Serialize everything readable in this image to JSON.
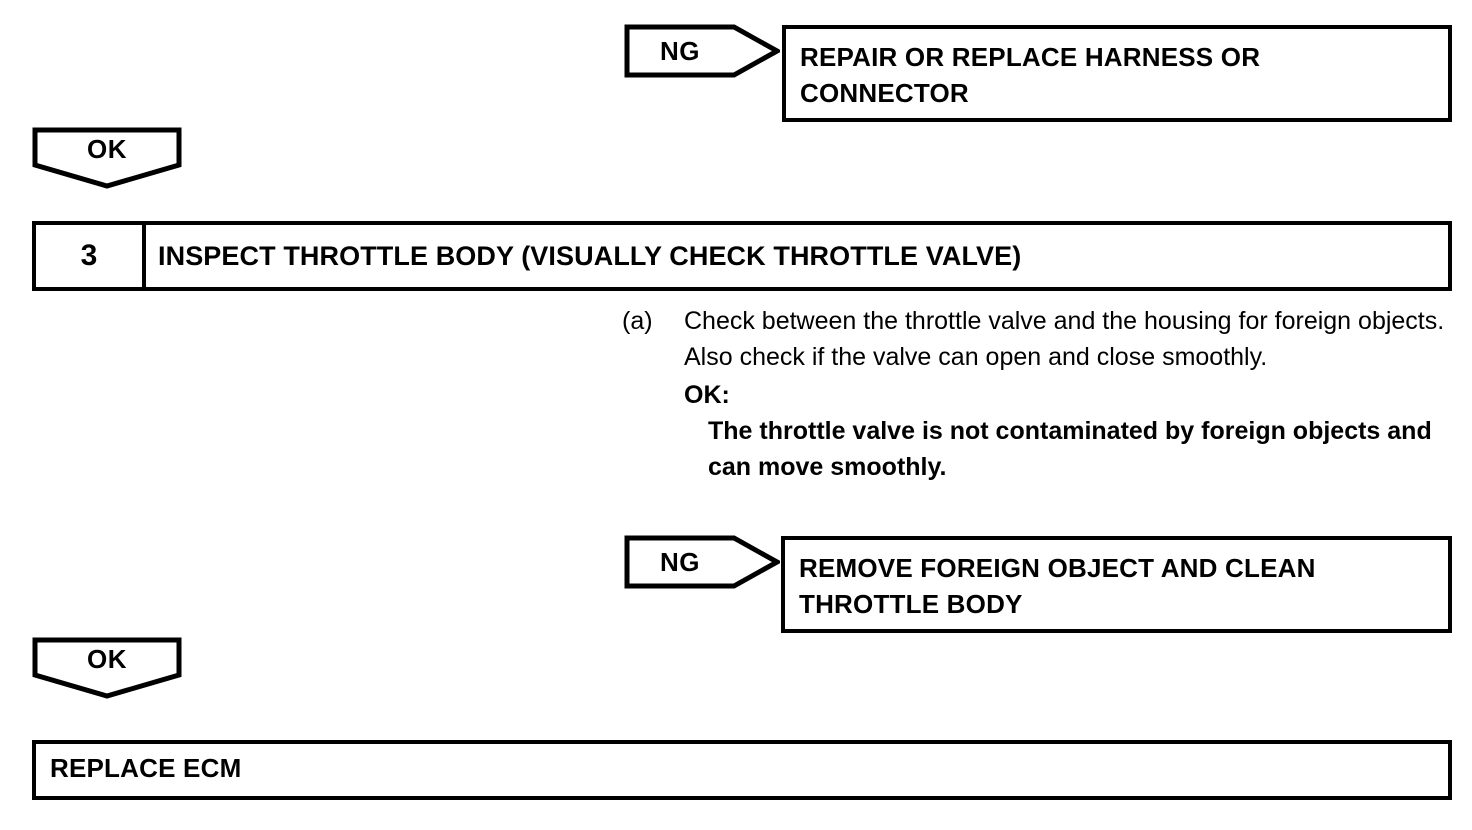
{
  "diagram": {
    "type": "troubleshooting-flowchart",
    "colors": {
      "stroke": "#000000",
      "background": "#ffffff",
      "text": "#000000"
    },
    "top_branch": {
      "tag_label": "NG",
      "action_text": "REPAIR OR REPLACE HARNESS OR\nCONNECTOR"
    },
    "ok_connector_top": {
      "label": "OK"
    },
    "step": {
      "number": "3",
      "title": "INSPECT THROTTLE BODY (VISUALLY CHECK THROTTLE VALVE)"
    },
    "procedure": {
      "marker": "(a)",
      "text": "Check between the throttle valve and the housing for foreign objects. Also check if the valve can open and close smoothly.",
      "ok_label": "OK:",
      "ok_detail": "The throttle valve is not contaminated by foreign objects and can move smoothly."
    },
    "second_branch": {
      "tag_label": "NG",
      "action_text": "REMOVE FOREIGN OBJECT AND CLEAN\nTHROTTLE BODY"
    },
    "ok_connector_bottom": {
      "label": "OK"
    },
    "final_action": {
      "text": "REPLACE ECM"
    }
  }
}
